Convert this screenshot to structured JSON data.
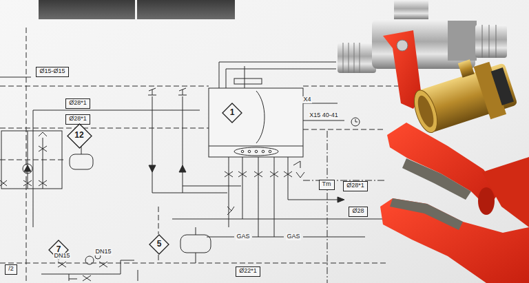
{
  "diagram": {
    "nodes": [
      {
        "text": [
          "Ø15-Ø15"
        ]
      },
      {
        "text": [
          "Ø28*1"
        ]
      },
      {
        "text": [
          "1"
        ]
      },
      {
        "text": [
          "Ø28*1"
        ]
      },
      {
        "text": [
          "12"
        ]
      },
      {
        "text": [
          "Tm"
        ]
      },
      {
        "text": [
          "Ø28*1"
        ]
      },
      {
        "text": [
          "Ø28"
        ]
      },
      {
        "text": [
          "5"
        ]
      },
      {
        "text": [
          "7"
        ]
      },
      {
        "text": [
          "/2"
        ]
      },
      {
        "text": [
          "Ø22*1"
        ]
      }
    ],
    "labels": [
      "X4",
      "X15 40-41",
      "GAS",
      "GAS",
      "DN15",
      "DN15"
    ]
  }
}
